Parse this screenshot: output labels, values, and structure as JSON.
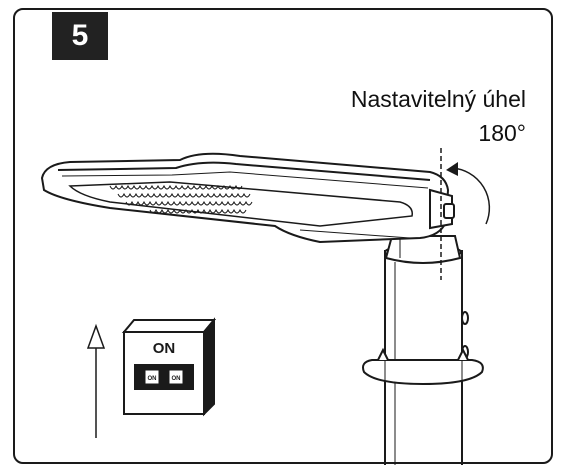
{
  "step": {
    "number": "5"
  },
  "caption": {
    "line1": "Nastavitelný úhel",
    "line2": "180°"
  },
  "switch": {
    "main_label": "ON",
    "left_label": "ON",
    "right_label": "ON"
  },
  "colors": {
    "badge": "#222222",
    "line": "#1a1a1a",
    "background": "#ffffff"
  }
}
